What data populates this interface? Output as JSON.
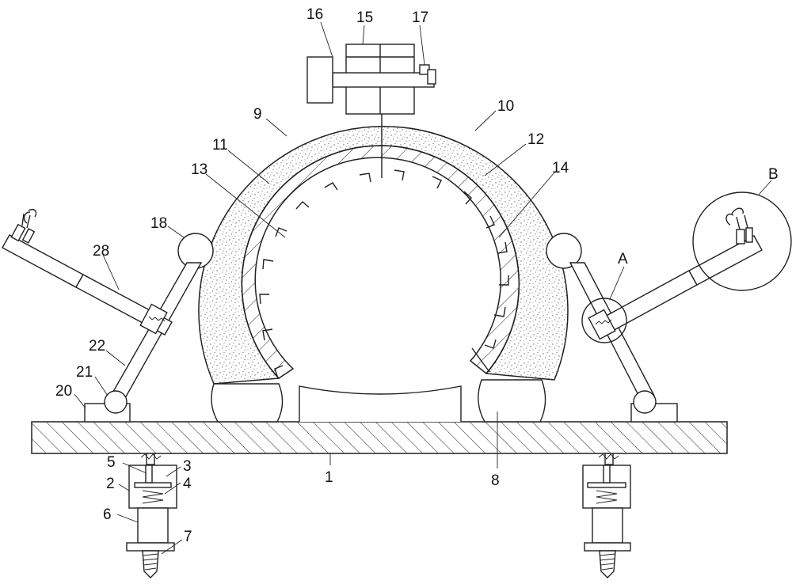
{
  "labels": {
    "n1": "1",
    "n2": "2",
    "n3": "3",
    "n4": "4",
    "n5": "5",
    "n6": "6",
    "n7": "7",
    "n8": "8",
    "n9": "9",
    "n10": "10",
    "n11": "11",
    "n12": "12",
    "n13": "13",
    "n14": "14",
    "n15": "15",
    "n16": "16",
    "n17": "17",
    "n18": "18",
    "n20": "20",
    "n21": "21",
    "n22": "22",
    "n28": "28",
    "detailA": "A",
    "detailB": "B"
  },
  "colors": {
    "line": "#222222",
    "fill": "#ffffff",
    "speckle": "#6b6b6b"
  }
}
